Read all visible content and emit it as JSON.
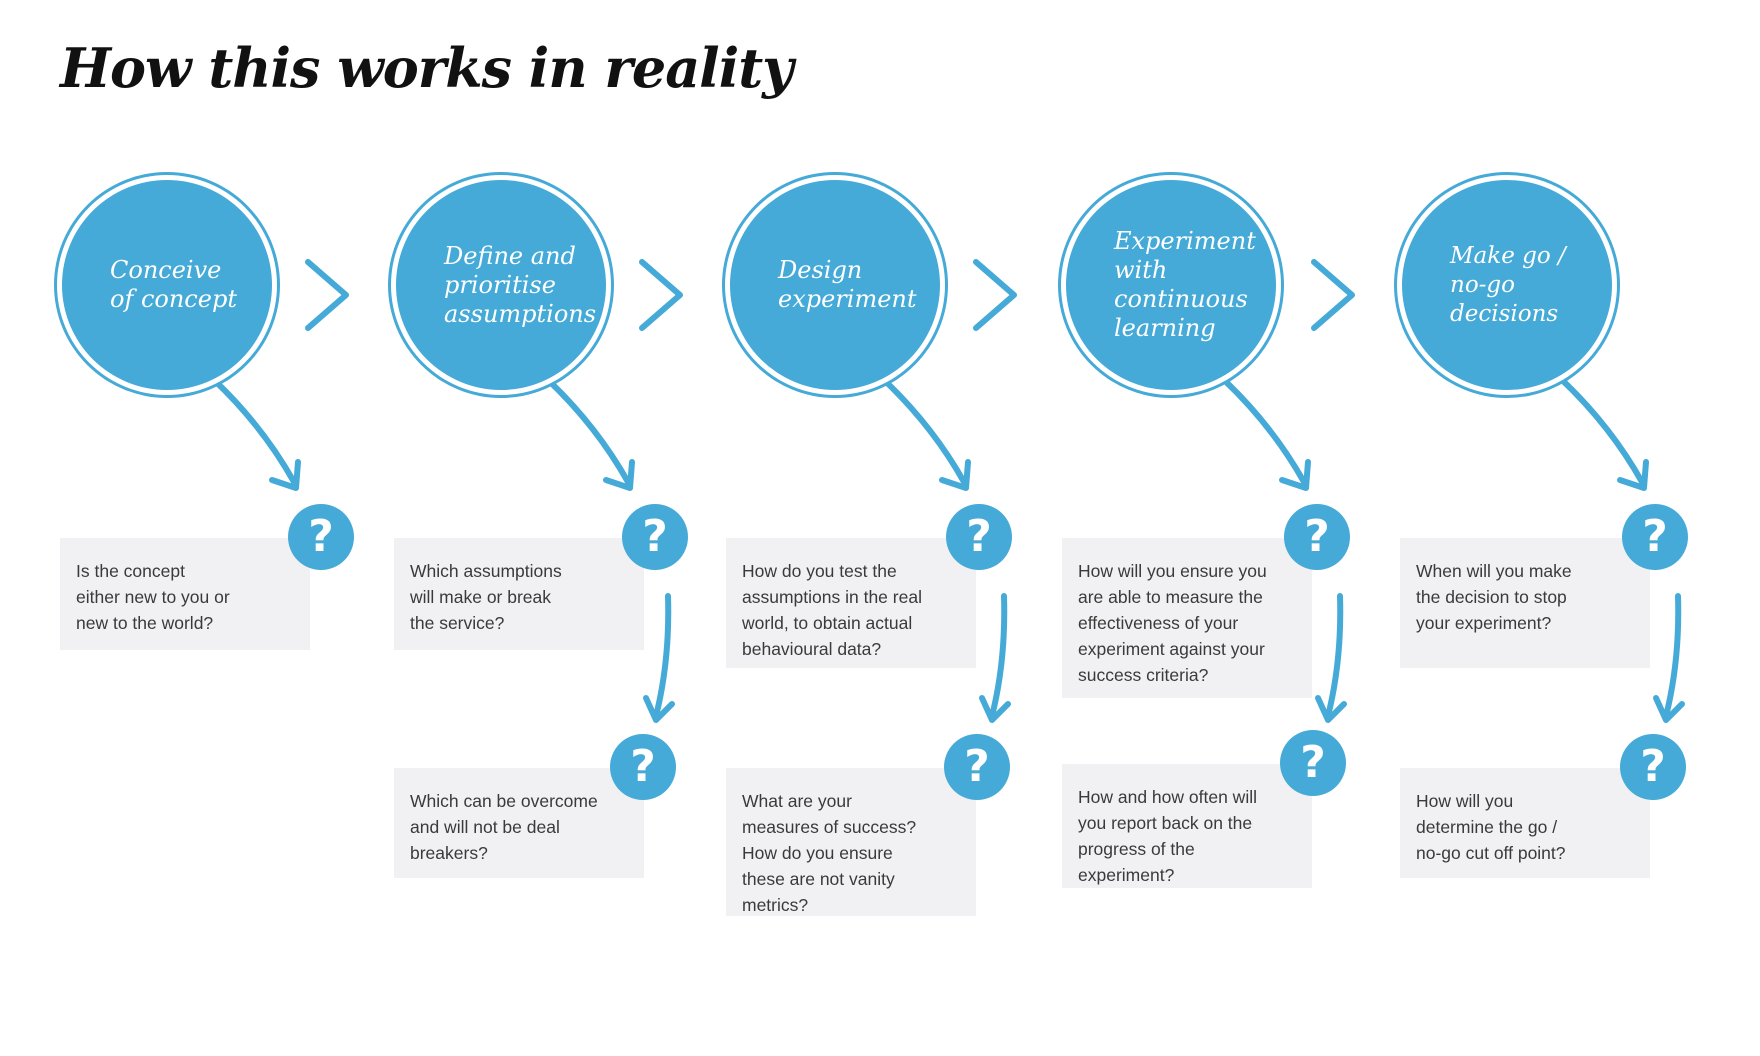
{
  "title": "How this works in reality",
  "accent_color": "#45aad7",
  "box_color": "#f1f1f3",
  "question_mark": "?",
  "steps": [
    {
      "label": "Conceive\nof concept",
      "questions": [
        "Is the concept\neither new to you or\nnew to the world?"
      ]
    },
    {
      "label": "Define and\nprioritise\nassumptions",
      "questions": [
        "Which assumptions\nwill make or break\nthe service?",
        "Which can be overcome\nand will not be deal\nbreakers?"
      ]
    },
    {
      "label": "Design\nexperiment",
      "questions": [
        "How do you test the\nassumptions in the real\nworld, to obtain actual\nbehavioural data?",
        "What are your\nmeasures of success?\nHow do you ensure\nthese are not vanity\nmetrics?"
      ]
    },
    {
      "label": "Experiment\nwith\ncontinuous\nlearning",
      "questions": [
        "How will you ensure you\nare able to measure the\neffectiveness of your\nexperiment against your\nsuccess criteria?",
        "How and how often will\nyou report back on the\nprogress of the\nexperiment?"
      ]
    },
    {
      "label": "Make go /\nno-go decisions",
      "questions": [
        "When will you make\nthe decision to stop\nyour experiment?",
        "How will you\ndetermine the go /\nno-go cut off point?"
      ]
    }
  ]
}
